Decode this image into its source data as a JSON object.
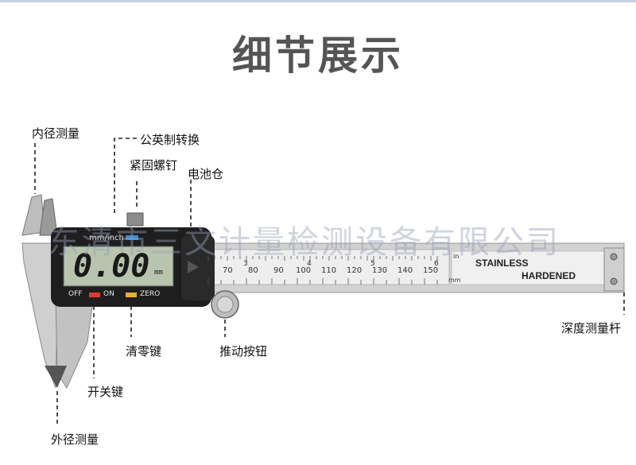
{
  "title": "细节展示",
  "watermark": "东清市三文计量检测设备有限公司",
  "labels": {
    "inner_jaw": "内径测量",
    "unit_switch": "公英制转换",
    "lock_screw": "紧固螺钉",
    "battery": "电池仓",
    "depth_rod": "深度测量杆",
    "zero_key": "清零键",
    "thumb_wheel": "推动按钮",
    "power_key": "开关键",
    "outer_jaw": "外径测量"
  },
  "device": {
    "unit_toggle": "mm/inch",
    "display_value": "0.00",
    "display_unit": "mm",
    "off_label": "OFF",
    "on_label": "ON",
    "zero_label": "ZERO",
    "beam_text_1": "STAINLESS",
    "beam_text_2": "HARDENED",
    "inch_label": "in",
    "mm_label": "mm",
    "inch_ticks": [
      "3",
      "4",
      "5",
      "6"
    ],
    "mm_ticks": [
      "70",
      "80",
      "90",
      "100",
      "110",
      "120",
      "130",
      "140",
      "150"
    ]
  },
  "colors": {
    "title": "#555555",
    "steel": "#c9c9c9",
    "body": "#1e1e1e",
    "lcd": "#b9c4ae",
    "power_key": "#e03a2a",
    "zero_key": "#e6b030",
    "unit_key": "#2f8fd6"
  }
}
